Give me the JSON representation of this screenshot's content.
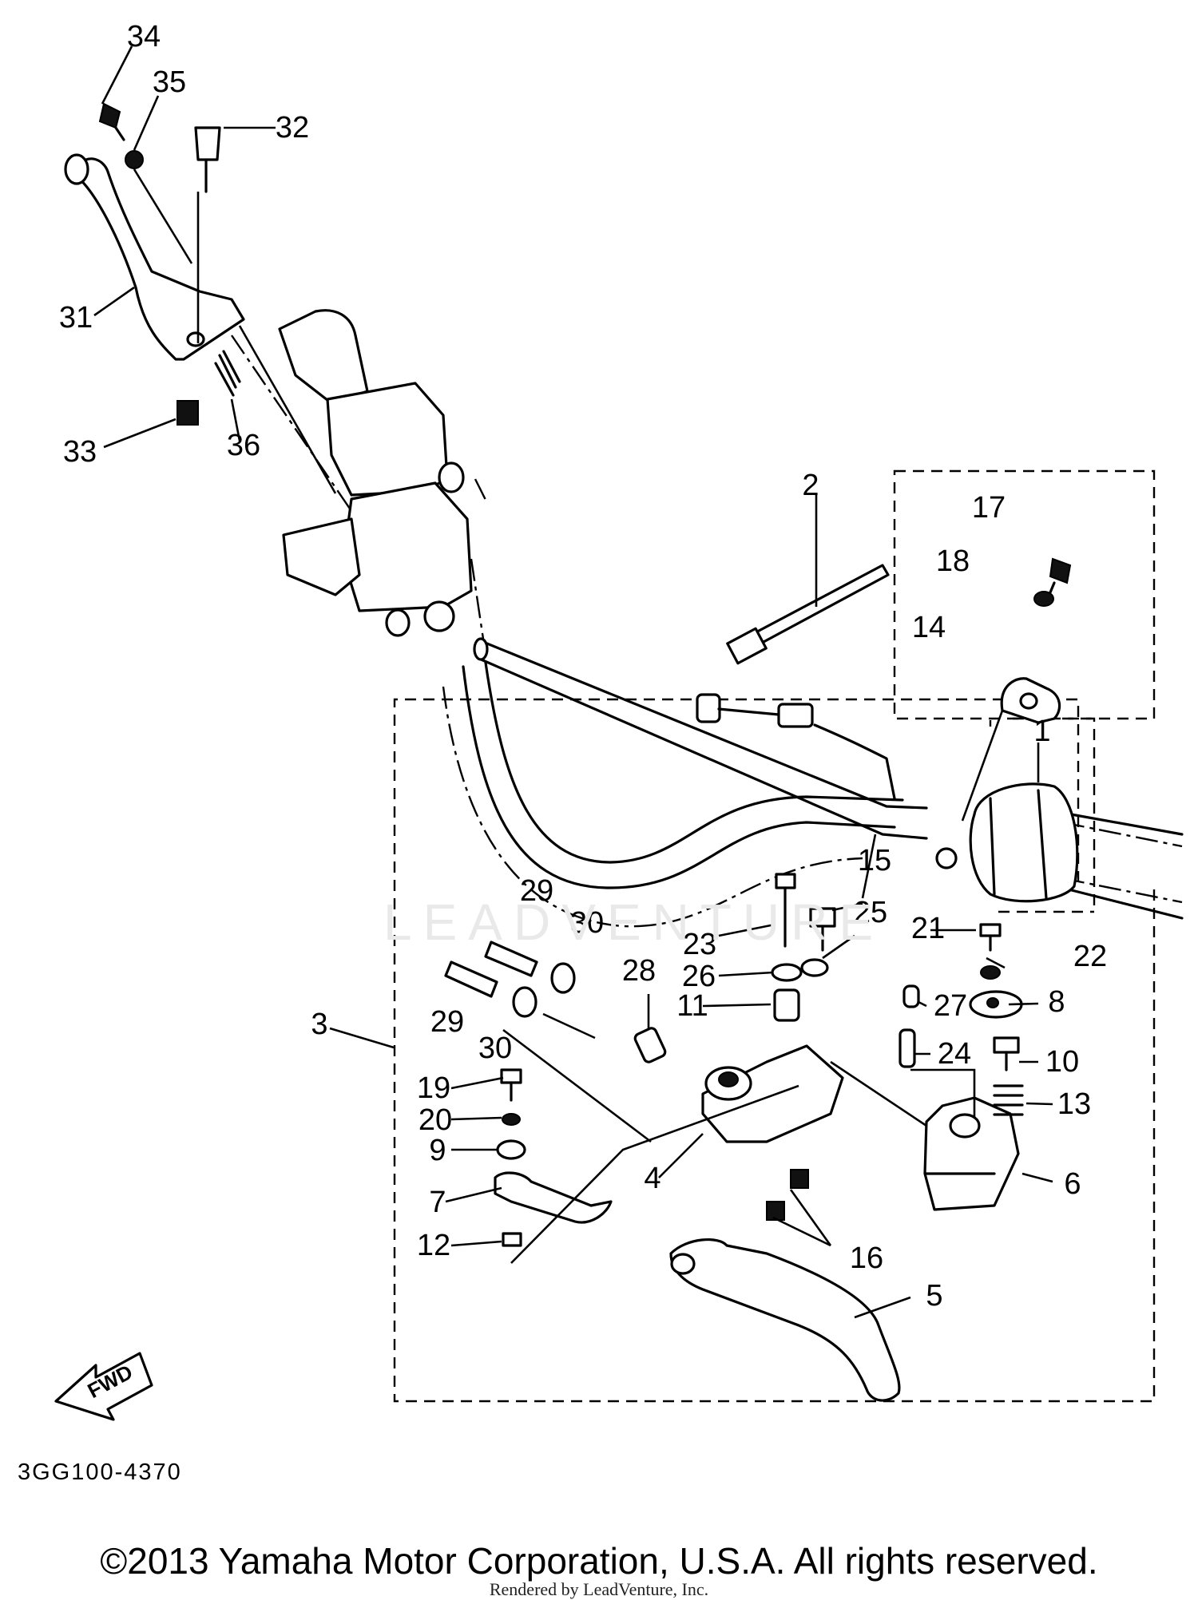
{
  "diagram": {
    "parts": [
      {
        "id": "p34",
        "label": "34"
      },
      {
        "id": "p35",
        "label": "35"
      },
      {
        "id": "p32",
        "label": "32"
      },
      {
        "id": "p31",
        "label": "31"
      },
      {
        "id": "p33",
        "label": "33"
      },
      {
        "id": "p36",
        "label": "36"
      },
      {
        "id": "p2",
        "label": "2"
      },
      {
        "id": "p17",
        "label": "17"
      },
      {
        "id": "p18",
        "label": "18"
      },
      {
        "id": "p14",
        "label": "14"
      },
      {
        "id": "p1",
        "label": "1"
      },
      {
        "id": "p15",
        "label": "15"
      },
      {
        "id": "p29a",
        "label": "29"
      },
      {
        "id": "p30a",
        "label": "30"
      },
      {
        "id": "p25",
        "label": "25"
      },
      {
        "id": "p21",
        "label": "21"
      },
      {
        "id": "p23",
        "label": "23"
      },
      {
        "id": "p28",
        "label": "28"
      },
      {
        "id": "p26",
        "label": "26"
      },
      {
        "id": "p22",
        "label": "22"
      },
      {
        "id": "p11",
        "label": "11"
      },
      {
        "id": "p27",
        "label": "27"
      },
      {
        "id": "p8",
        "label": "8"
      },
      {
        "id": "p3",
        "label": "3"
      },
      {
        "id": "p29b",
        "label": "29"
      },
      {
        "id": "p30b",
        "label": "30"
      },
      {
        "id": "p24",
        "label": "24"
      },
      {
        "id": "p10",
        "label": "10"
      },
      {
        "id": "p19",
        "label": "19"
      },
      {
        "id": "p13",
        "label": "13"
      },
      {
        "id": "p20",
        "label": "20"
      },
      {
        "id": "p9",
        "label": "9"
      },
      {
        "id": "p4",
        "label": "4"
      },
      {
        "id": "p6",
        "label": "6"
      },
      {
        "id": "p7",
        "label": "7"
      },
      {
        "id": "p12",
        "label": "12"
      },
      {
        "id": "p16",
        "label": "16"
      },
      {
        "id": "p5",
        "label": "5"
      }
    ],
    "fwd_label": "FWD",
    "doc_code": "3GG100-4370",
    "watermark": "LEADVENTURE",
    "copyright": "©2013 Yamaha Motor Corporation, U.S.A. All rights reserved.",
    "render_credit": "Rendered by LeadVenture, Inc."
  }
}
